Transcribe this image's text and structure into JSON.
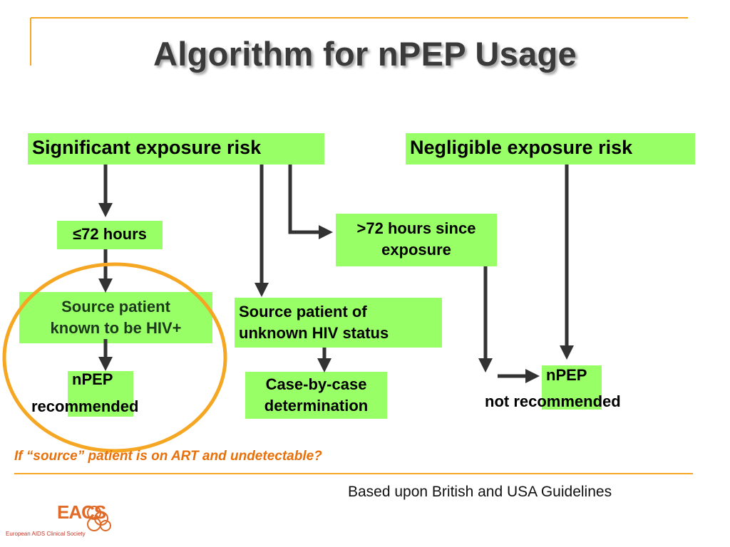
{
  "slide": {
    "title": "Algorithm for nPEP Usage",
    "accent_color": "#f5a623",
    "box_color": "#99ff66",
    "arrow_color": "#333333"
  },
  "nodes": {
    "significant": "Significant exposure risk",
    "negligible": "Negligible exposure risk",
    "within72": "≤72 hours",
    "over72_line1": ">72 hours since",
    "over72_line2": "exposure",
    "hivpos_line1": "Source patient",
    "hivpos_line2": "known to be HIV+",
    "unknown_line1": "Source patient of",
    "unknown_line2": "unknown HIV status",
    "npep_rec_line1": "nPEP",
    "npep_rec_line2": "recommended",
    "casebycase_line1": "Case-by-case",
    "casebycase_line2": "determination",
    "npep_not_line1": "nPEP",
    "npep_not_line2": "not recommended"
  },
  "footer": {
    "question": "If “source” patient is on ART and undetectable?",
    "source_note": "Based upon British and USA Guidelines",
    "logo_text": "EACS",
    "logo_subtext": "European AIDS Clinical Society"
  }
}
